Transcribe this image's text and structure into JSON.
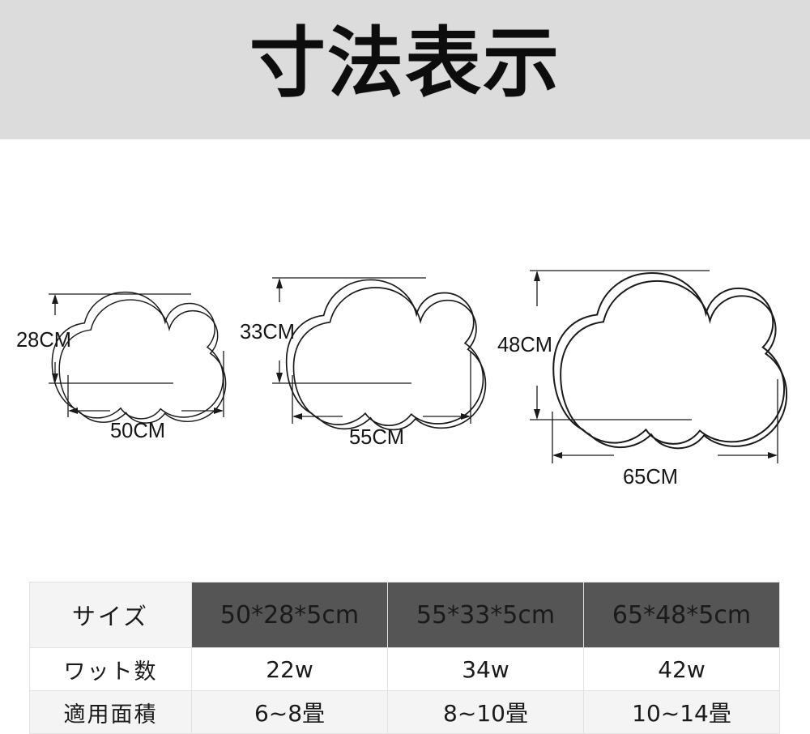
{
  "header": {
    "title": "寸法表示",
    "background_color": "#dcdcdc",
    "text_color": "#0d0d0d"
  },
  "diagrams": [
    {
      "name": "cloud-small",
      "height_label": "28CM",
      "width_label": "50CM",
      "height_cm": 28,
      "width_cm": 50
    },
    {
      "name": "cloud-medium",
      "height_label": "33CM",
      "width_label": "55CM",
      "height_cm": 33,
      "width_cm": 55
    },
    {
      "name": "cloud-large",
      "height_label": "48CM",
      "width_label": "65CM",
      "height_cm": 48,
      "width_cm": 65
    }
  ],
  "spec_table": {
    "rows": [
      {
        "label": "サイズ",
        "values": [
          "50*28*5cm",
          "55*33*5cm",
          "65*48*5cm"
        ],
        "style": "header"
      },
      {
        "label": "ワット数",
        "values": [
          "22w",
          "34w",
          "42w"
        ],
        "style": "normal"
      },
      {
        "label": "適用面積",
        "values": [
          "6~8畳",
          "8~10畳",
          "10~14畳"
        ],
        "style": "shaded"
      }
    ],
    "header_cell_color": "#555555",
    "header_text_color": "#ffffff",
    "border_color": "#e2e2e2"
  }
}
